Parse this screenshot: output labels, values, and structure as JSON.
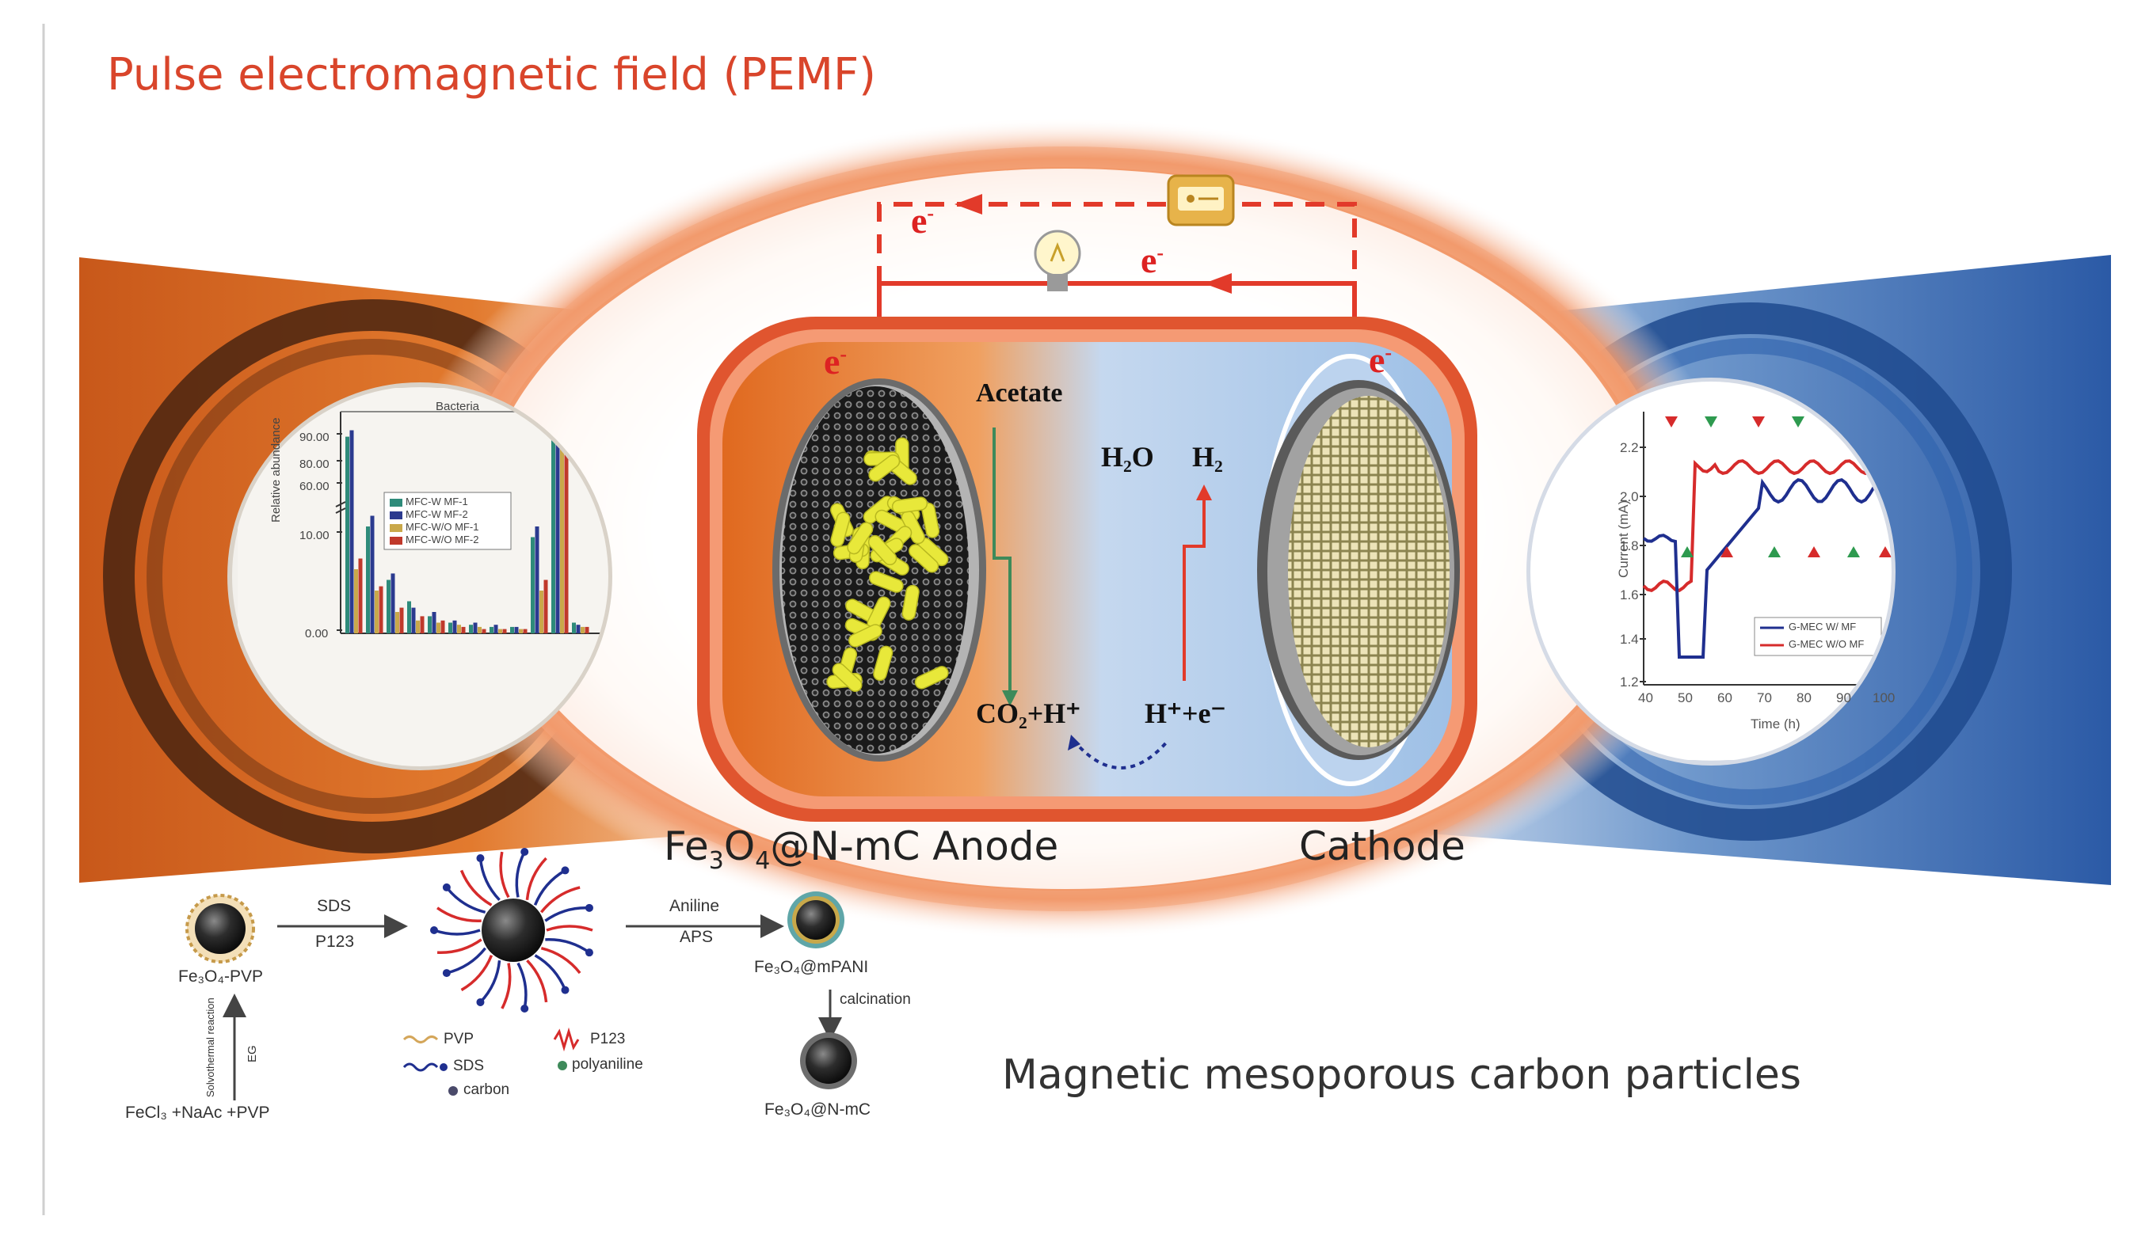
{
  "title": "Pulse electromagnetic field (PEMF)",
  "cell": {
    "electron_labels": [
      "e",
      "e",
      "e",
      "e"
    ],
    "electron_superscript": "-",
    "acetate": "Acetate",
    "h2o": "H₂O",
    "h2": "H₂",
    "co2_h": "CO₂+H⁺",
    "h_e": "H⁺+e⁻",
    "anode_label_prefix": "Fe",
    "anode_sub1": "3",
    "anode_mid": "O",
    "anode_sub2": "4",
    "anode_label_suffix": "@N-mC Anode",
    "cathode_label": "Cathode",
    "bulb_icon": "light-bulb-icon",
    "meter_icon": "power-meter-icon"
  },
  "left_chart": {
    "title": "Bacteria",
    "ylabel": "Relative abundance",
    "yticks": [
      "90.00",
      "80.00",
      "60.00",
      "10.00",
      "0.00"
    ],
    "legend": [
      "MFC-W MF-1",
      "MFC-W MF-2",
      "MFC-W/O MF-1",
      "MFC-W/O MF-2"
    ],
    "series_colors": [
      "#2e8b7a",
      "#2b3a8f",
      "#c9a84a",
      "#c0392b"
    ]
  },
  "right_chart": {
    "ylabel": "Current (mA)",
    "xlabel": "Time (h)",
    "yticks": [
      "2.2",
      "2.0",
      "1.8",
      "1.6",
      "1.4",
      "1.2"
    ],
    "xticks": [
      "40",
      "50",
      "60",
      "70",
      "80",
      "90",
      "100"
    ],
    "legend": [
      "G-MEC W/ MF",
      "G-MEC W/O MF"
    ],
    "series_colors": [
      "#1f2f8f",
      "#d62b2b"
    ]
  },
  "synthesis": {
    "fe3o4_pvp": "Fe₃O₄-PVP",
    "sds": "SDS",
    "p123": "P123",
    "aniline": "Aniline",
    "aps": "APS",
    "fe3o4_mpani": "Fe₃O₄@mPANI",
    "calcination": "calcination",
    "fe3o4_nmc": "Fe₃O₄@N-mC",
    "eg": "EG",
    "solvothermal": "Solvothermal reaction",
    "precursors": "FeCl₃ +NaAc +PVP",
    "legend_pvp": "PVP",
    "legend_p123": "P123",
    "legend_sds": "SDS",
    "legend_polyaniline": "polyaniline",
    "legend_carbon": "carbon"
  },
  "caption": "Magnetic mesoporous carbon particles",
  "colors": {
    "accent_red": "#d9452b",
    "orange_field": "#e8692a",
    "blue_field": "#3f6fb5",
    "bacteria_yellow": "#e8e83a"
  }
}
